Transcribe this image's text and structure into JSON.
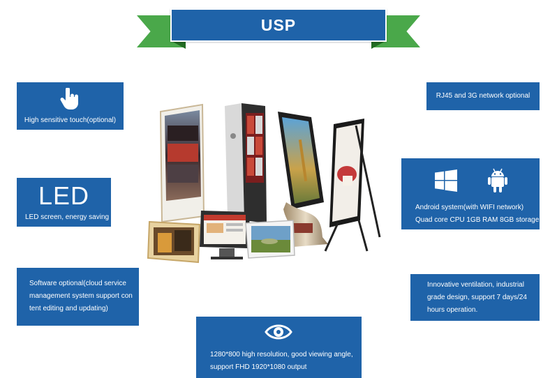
{
  "banner": {
    "title": "USP"
  },
  "features": {
    "touch": {
      "text": "High sensitive touch(optional)",
      "icon": "hand-pointer-icon"
    },
    "led": {
      "big": "LED",
      "text": "LED screen, energy saving"
    },
    "software": {
      "lines": [
        "Software optional(cloud service",
        "management system support con",
        "tent editing and updating)"
      ]
    },
    "network": {
      "text": "RJ45 and 3G network optional"
    },
    "android": {
      "line1": "Android system(with WIFI network)",
      "line2": "Quad core CPU 1GB RAM 8GB storage",
      "icons": [
        "windows-icon",
        "android-icon"
      ]
    },
    "ventilation": {
      "lines": [
        "Innovative ventilation, industrial",
        "grade design, support 7 days/24",
        "hours operation."
      ]
    },
    "resolution": {
      "line1": "1280*800 high resolution, good viewing angle,",
      "line2": "support FHD 1920*1080 output",
      "icon": "eye-icon"
    }
  },
  "colors": {
    "box": "#1f63a9",
    "ribbon_tail": "#4aa84a",
    "text": "#ffffff"
  }
}
